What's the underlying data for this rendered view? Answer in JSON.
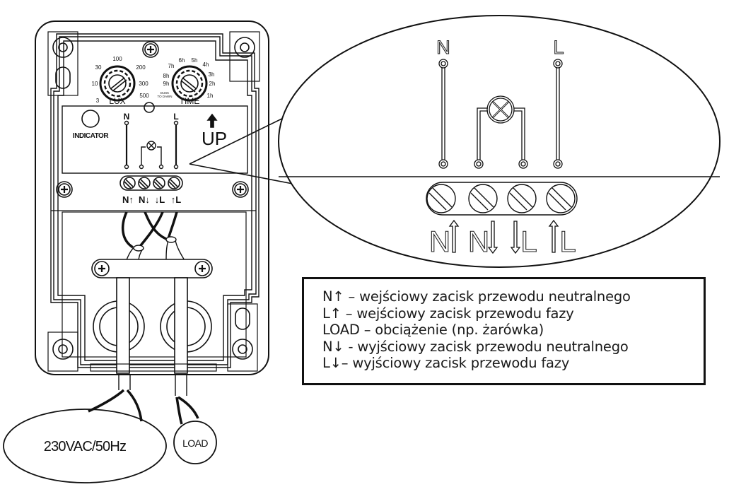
{
  "device": {
    "lux_dial": {
      "label": "LUX",
      "ticks": [
        "3",
        "10",
        "30",
        "100",
        "200",
        "300",
        "500"
      ]
    },
    "time_dial": {
      "label": "TIME",
      "ticks": [
        "DUSK TO DAWN",
        "9h",
        "8h",
        "7h",
        "6h",
        "5h",
        "4h",
        "3h",
        "2h",
        "1h"
      ],
      "dusk_label_line1": "DUSK",
      "dusk_label_line2": "TO DAWN"
    },
    "indicator_label": "INDICATOR",
    "up_label": "UP",
    "panel_terminal_top": [
      "N",
      "L"
    ],
    "panel_terminal_bottom": [
      "N↑",
      "N↓",
      "↓L",
      "↑L"
    ]
  },
  "zoom_callout": {
    "top_labels": [
      "N",
      "L"
    ],
    "terminal_labels": [
      {
        "letter": "N",
        "arrow": "up",
        "order": "letter-first"
      },
      {
        "letter": "N",
        "arrow": "down",
        "order": "letter-first"
      },
      {
        "letter": "L",
        "arrow": "down",
        "order": "arrow-first"
      },
      {
        "letter": "L",
        "arrow": "up",
        "order": "arrow-first"
      }
    ]
  },
  "supply_label": "230VAC/50Hz",
  "load_label": "LOAD",
  "legend": {
    "lines": [
      "N↑ – wejściowy zacisk przewodu neutralnego",
      "L↑ – wejściowy zacisk przewodu fazy",
      "LOAD – obciążenie (np. żarówka)",
      "N↓ - wyjściowy zacisk przewodu neutralnego",
      "L↓– wyjściowy zacisk przewodu fazy"
    ]
  }
}
